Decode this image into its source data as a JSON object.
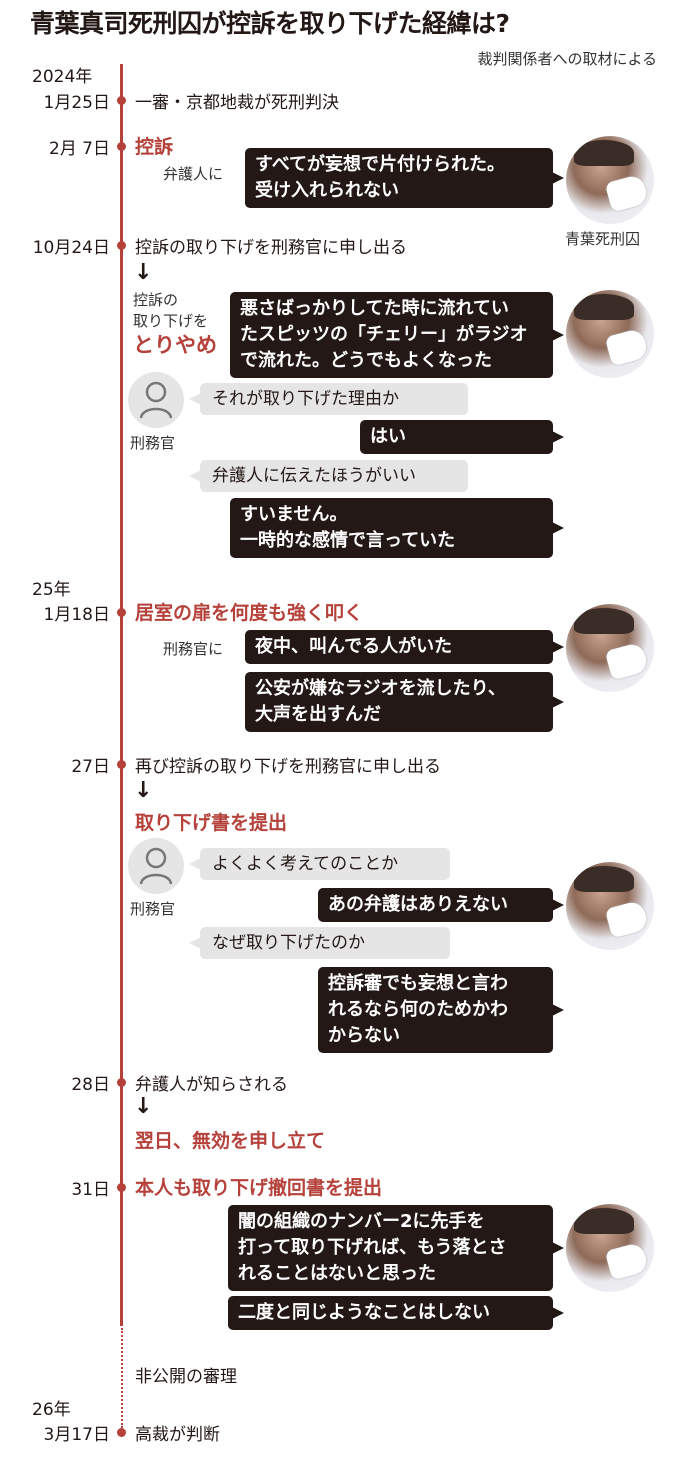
{
  "title": "青葉真司死刑囚が控訴を取り下げた経緯は?",
  "source": "裁判関係者への取材による",
  "colors": {
    "accent": "#b5413a",
    "bubble_dark": "#231815",
    "bubble_gray": "#e5e5e5"
  },
  "defendant_label": "青葉死刑囚",
  "officer_label": "刑務官",
  "events": {
    "e1": {
      "year": "2024年",
      "date": "1月25日",
      "text": "一審・京都地裁が死刑判決"
    },
    "e2": {
      "date": "2月  7日",
      "text": "控訴",
      "to": "弁護人に",
      "quote": [
        "すべてが妄想で片付けられた。",
        "受け入れられない"
      ]
    },
    "e3": {
      "date": "10月24日",
      "text": "控訴の取り下げを刑務官に申し出る",
      "result_lines": [
        "控訴の",
        "取り下げを"
      ],
      "result_emph": "とりやめ",
      "quote": [
        "悪さばっかりしてた時に流れてい",
        "たスピッツの「チェリー」がラジオ",
        "で流れた。どうでもよくなった"
      ],
      "dialog": [
        "それが取り下げた理由か",
        "はい",
        "弁護人に伝えたほうがいい",
        "すいません。",
        "一時的な感情で言っていた"
      ]
    },
    "e4": {
      "year": "25年",
      "date": "1月18日",
      "text": "居室の扉を何度も強く叩く",
      "to": "刑務官に",
      "quote1": "夜中、叫んでる人がいた",
      "quote2": [
        "公安が嫌なラジオを流したり、",
        "大声を出すんだ"
      ]
    },
    "e5": {
      "date": "27日",
      "text": "再び控訴の取り下げを刑務官に申し出る",
      "result": "取り下げ書を提出",
      "dialog": [
        "よくよく考えてのことか",
        "あの弁護はありえない",
        "なぜ取り下げたのか",
        "控訴審でも妄想と言わ",
        "れるなら何のためかわ",
        "からない"
      ]
    },
    "e6": {
      "date": "28日",
      "text": "弁護人が知らされる",
      "result": "翌日、無効を申し立て"
    },
    "e7": {
      "date": "31日",
      "text": "本人も取り下げ撤回書を提出",
      "quote1": [
        "闇の組織のナンバー2に先手を",
        "打って取り下げれば、もう落とさ",
        "れることはないと思った"
      ],
      "quote2": "二度と同じようなことはしない"
    },
    "e8": {
      "text": "非公開の審理"
    },
    "e9": {
      "year": "26年",
      "date": "3月17日",
      "text": "高裁が判断"
    }
  },
  "icons": {
    "arrow": "↓"
  }
}
